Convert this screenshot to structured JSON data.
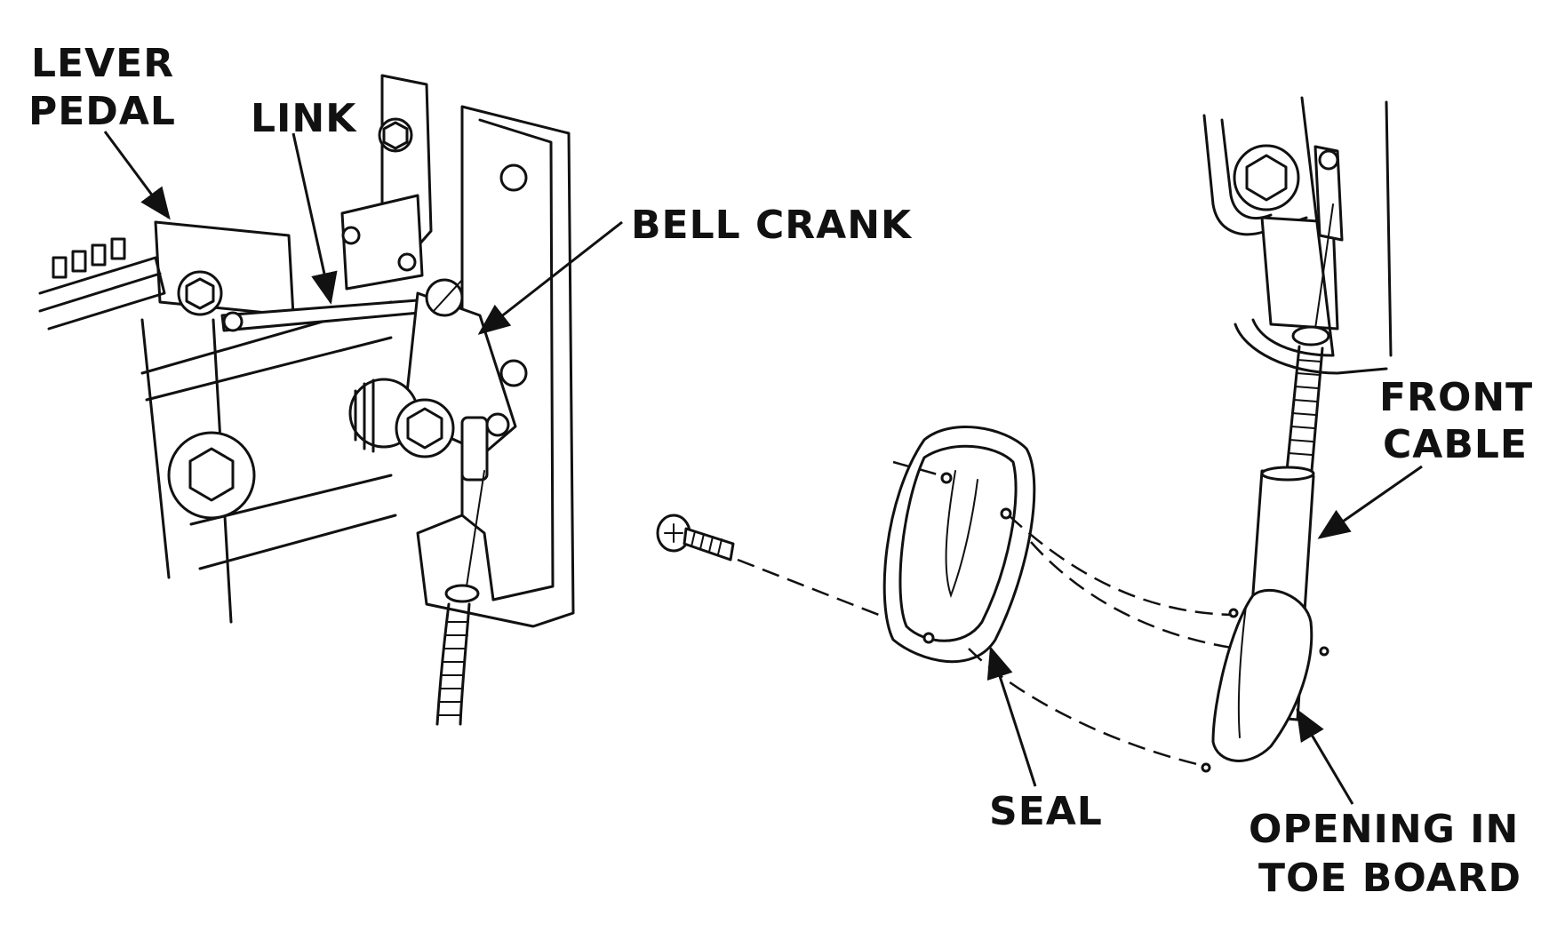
{
  "labels": {
    "lever_pedal_line1": "LEVER",
    "lever_pedal_line2": "PEDAL",
    "link": "LINK",
    "bell_crank": "BELL CRANK",
    "front_cable_line1": "FRONT",
    "front_cable_line2": "CABLE",
    "seal": "SEAL",
    "opening_line1": "OPENING IN",
    "opening_line2": "TOE BOARD"
  },
  "colors": {
    "ink": "#111111",
    "paper": "#ffffff"
  }
}
